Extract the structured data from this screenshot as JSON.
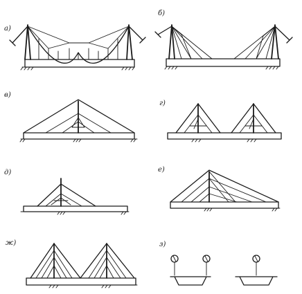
{
  "figure": {
    "panels": [
      {
        "id": "a",
        "label": "а)"
      },
      {
        "id": "b",
        "label": "б)"
      },
      {
        "id": "v",
        "label": "в)"
      },
      {
        "id": "g",
        "label": "г)"
      },
      {
        "id": "d",
        "label": "д)"
      },
      {
        "id": "e",
        "label": "е)"
      },
      {
        "id": "zh",
        "label": "ж)"
      },
      {
        "id": "z",
        "label": "з)"
      }
    ]
  },
  "colors": {
    "ink": "#1a1a1a",
    "background": "#ffffff"
  }
}
